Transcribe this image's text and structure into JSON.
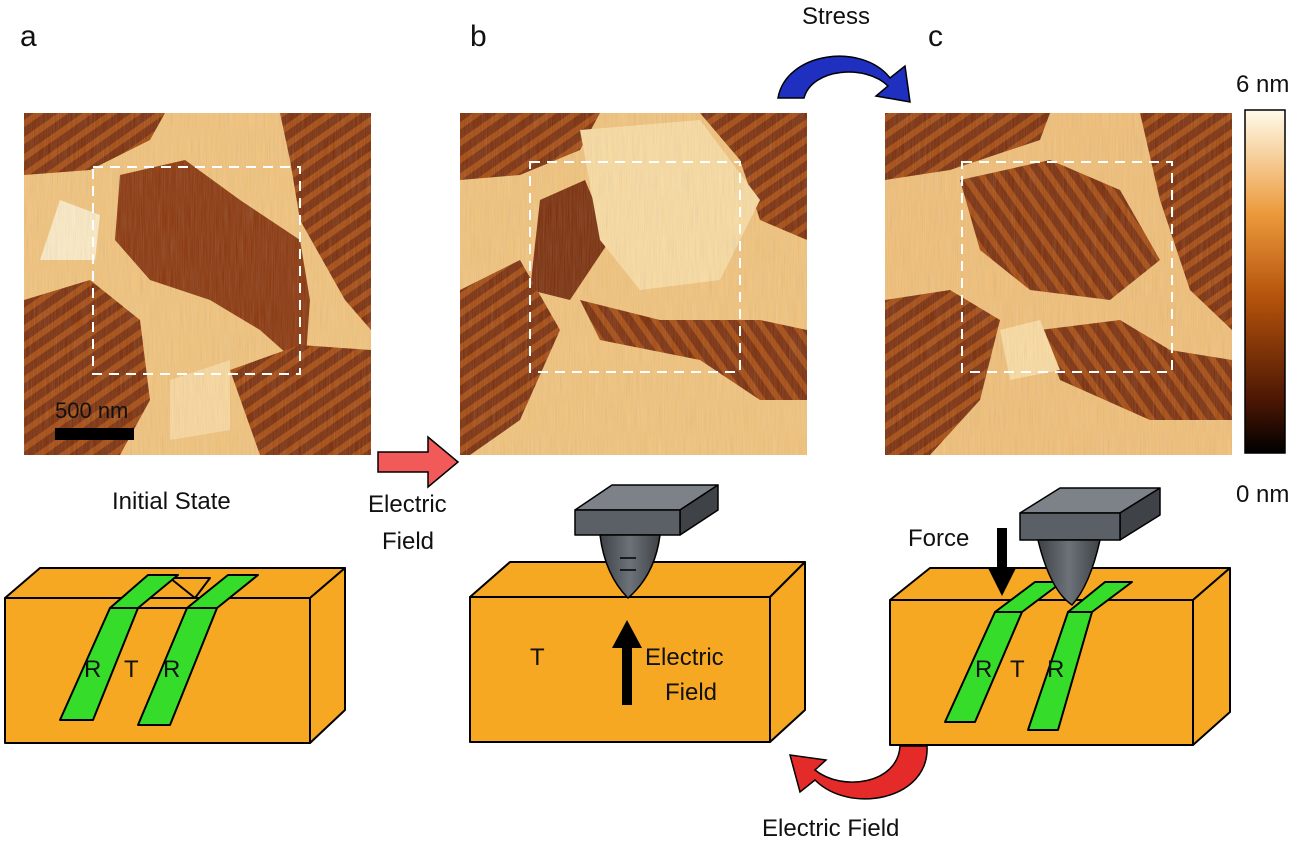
{
  "panels": [
    {
      "letter": "a",
      "caption": "Initial State",
      "domain_letters": [
        "R",
        "T",
        "R"
      ]
    },
    {
      "letter": "b",
      "domain_letters": [
        "T"
      ]
    },
    {
      "letter": "c",
      "domain_letters": [
        "R",
        "T",
        "R"
      ]
    }
  ],
  "scale_bar": "500 nm",
  "colorbar": {
    "max": "6 nm",
    "min": "0 nm"
  },
  "arrows": {
    "electric_field_ab_line1": "Electric",
    "electric_field_ab_line2": "Field",
    "stress": "Stress",
    "electric_field_bottom": "Electric Field"
  },
  "panel_b_field_line1": "Electric",
  "panel_b_field_line2": "Field",
  "force": "Force",
  "colors": {
    "afm_dark": "#4a1604",
    "afm_mid": "#c9650f",
    "afm_light": "#fde0a6",
    "block_orange": "#f7a823",
    "domain_green": "#35dd2a",
    "tip_gray": "#5b6066",
    "stress_arrow": "#1f2fbf",
    "field_arrow": "#e52a2a"
  }
}
